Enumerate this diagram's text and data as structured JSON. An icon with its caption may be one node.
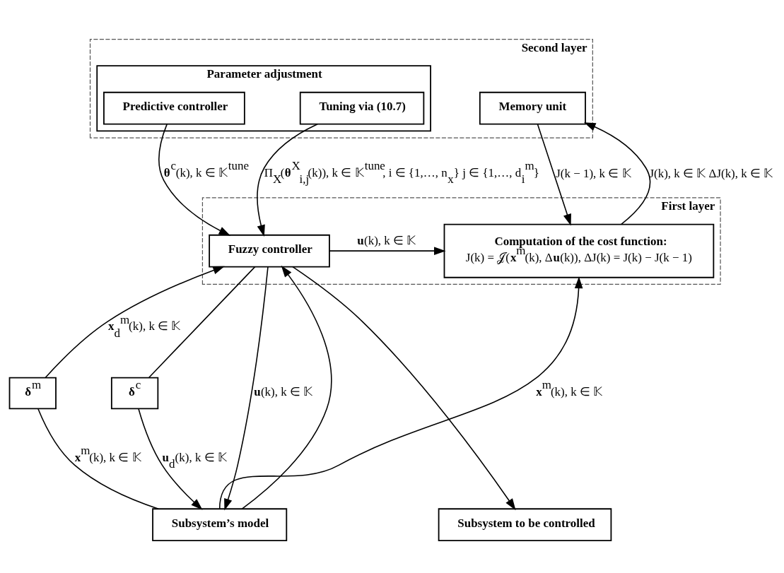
{
  "diagram": {
    "nodes": [
      {
        "text": [
          "Second layer"
        ]
      },
      {
        "text": [
          "Parameter adjustment"
        ],
        "in": 0
      },
      {
        "text": [
          "Predictive controller"
        ],
        "in": 1
      },
      {
        "text": [
          "Tuning via (10.7)"
        ],
        "in": 1
      },
      {
        "text": [
          "Memory unit"
        ],
        "in": 0
      },
      {
        "text": [
          "First layer"
        ]
      },
      {
        "text": [
          "Fuzzy controller"
        ],
        "in": 5
      },
      {
        "text": [
          "Computation of the cost function:",
          "J(k) = 𝒥(**x**$^{m}$(k), Δ**u**(k)), ΔJ(k) = J(k) − J(k − 1)"
        ],
        "in": 5
      },
      {
        "text": [
          "**δ**$^{m}$"
        ]
      },
      {
        "text": [
          "**δ**$^{c}$"
        ]
      },
      {
        "text": [
          "Subsystem’s model"
        ]
      },
      {
        "text": [
          "Subsystem to be controlled"
        ]
      }
    ],
    "edges": [
      {
        "from": 2,
        "to": 6,
        "arrow": "to",
        "label": "**θ**$^{c}$(k), k ∈ 𝕂$^{tune}$"
      },
      {
        "from": 3,
        "to": 6,
        "arrow": "to",
        "label": "Π$_{X}$(**θ**$^{X}$$_{i,j}$(k)), k ∈ 𝕂$^{tune}$, i ∈ {1,…, n$_{x}$} j ∈ {1,…, d$_{i}$$^{m}$}"
      },
      {
        "from": 4,
        "to": 7,
        "arrow": "to",
        "label": "J(k − 1), k ∈ 𝕂"
      },
      {
        "from": 7,
        "to": 4,
        "arrow": "to",
        "label": "J(k), k ∈ 𝕂 ΔJ(k), k ∈ 𝕂"
      },
      {
        "from": 6,
        "to": 10,
        "arrow": "to",
        "label": "**u**(k), k ∈ 𝕂"
      },
      {
        "from": 6,
        "to": 11,
        "arrow": "to"
      },
      {
        "from": 6,
        "to": 7,
        "arrow": "to",
        "label": "**u**(k), k ∈ 𝕂"
      },
      {
        "from": 6,
        "to": 9,
        "arrow": "none"
      },
      {
        "from": 9,
        "to": 10,
        "arrow": "to",
        "label": "**u**$_{d}$(k), k ∈ 𝕂"
      },
      {
        "from": 10,
        "to": 8,
        "arrow": "none",
        "label": "**x**$^{m}$(k), k ∈ 𝕂"
      },
      {
        "from": 8,
        "to": 6,
        "arrow": "to",
        "label": "**x**$_{d}$$^{m}$(k), k ∈ 𝕂"
      },
      {
        "from": 10,
        "to": 6,
        "arrow": "to"
      },
      {
        "from": 10,
        "to": 7,
        "arrow": "to",
        "label": "**x**$^{m}$(k), k ∈ 𝕂"
      }
    ]
  }
}
